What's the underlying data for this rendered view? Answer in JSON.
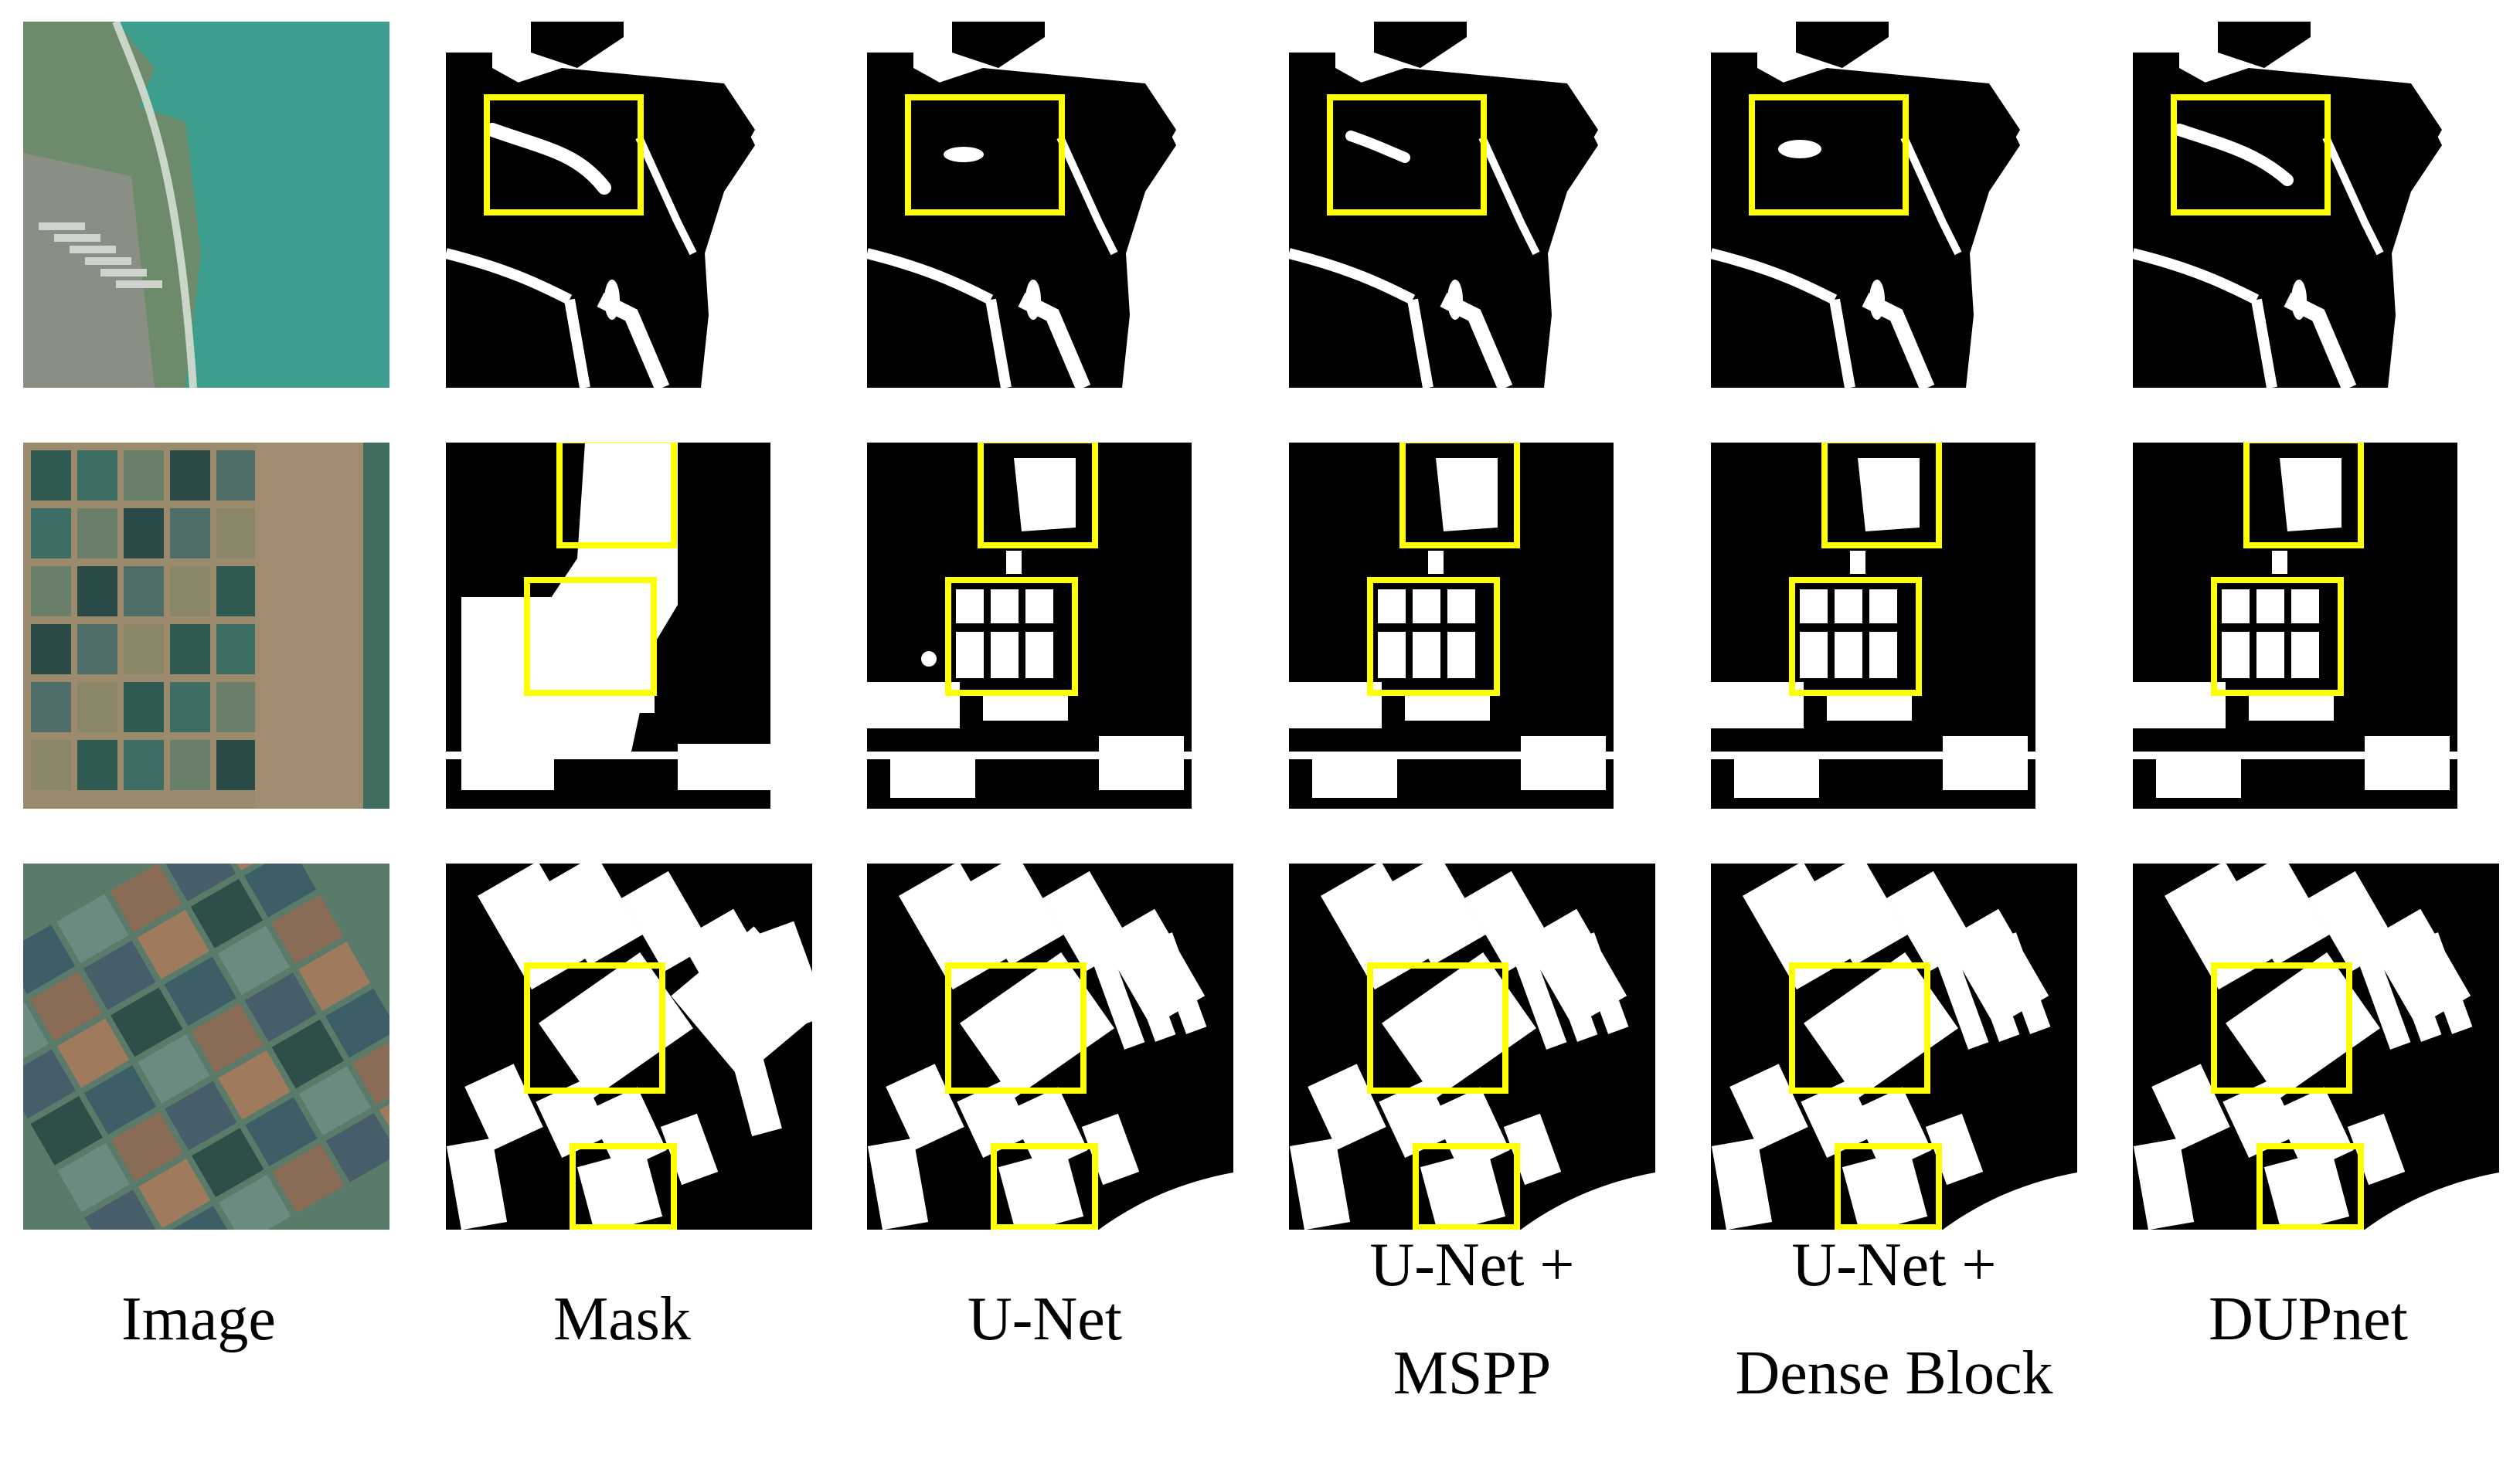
{
  "figure": {
    "column_labels": [
      {
        "lines": [
          "Image"
        ]
      },
      {
        "lines": [
          "Mask"
        ]
      },
      {
        "lines": [
          "U-Net"
        ]
      },
      {
        "lines": [
          "U-Net +",
          "MSPP"
        ]
      },
      {
        "lines": [
          "U-Net +",
          "Dense Block"
        ]
      },
      {
        "lines": [
          "DUPnet"
        ]
      }
    ],
    "highlight_color": "#ffff00",
    "water_color": "#ffffff",
    "background_color": "#000000"
  }
}
